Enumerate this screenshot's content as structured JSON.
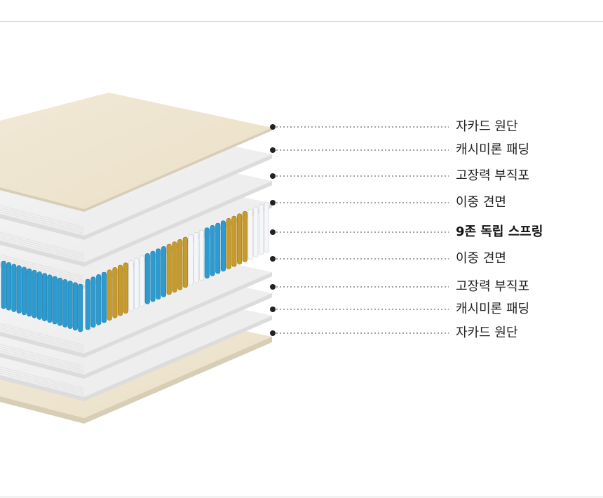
{
  "colors": {
    "fabric": "#efe6d3",
    "fabric_edge": "#d8cdb5",
    "white_layer": "#f2f2f2",
    "white_edge": "#dcdcdc",
    "spring_blue": "#2e9bd0",
    "spring_gold": "#c79a2c",
    "spring_white": "#f4f6f8",
    "leader": "#444444"
  },
  "layers": [
    {
      "label": "자카드 원단",
      "material": "fabric"
    },
    {
      "label": "캐시미론 패딩",
      "material": "padding"
    },
    {
      "label": "고장력 부직포",
      "material": "nonwoven"
    },
    {
      "label": "이중 견면",
      "material": "cotton"
    },
    {
      "label": "9존 독립 스프링",
      "material": "springs",
      "emphasis": true
    },
    {
      "label": "이중 견면",
      "material": "cotton"
    },
    {
      "label": "고장력 부직포",
      "material": "nonwoven"
    },
    {
      "label": "캐시미론 패딩",
      "material": "padding"
    },
    {
      "label": "자카드 원단",
      "material": "fabric"
    }
  ],
  "spring_zone_colors": [
    "blue",
    "gold",
    "white",
    "blue",
    "gold",
    "white",
    "blue",
    "gold",
    "white"
  ]
}
